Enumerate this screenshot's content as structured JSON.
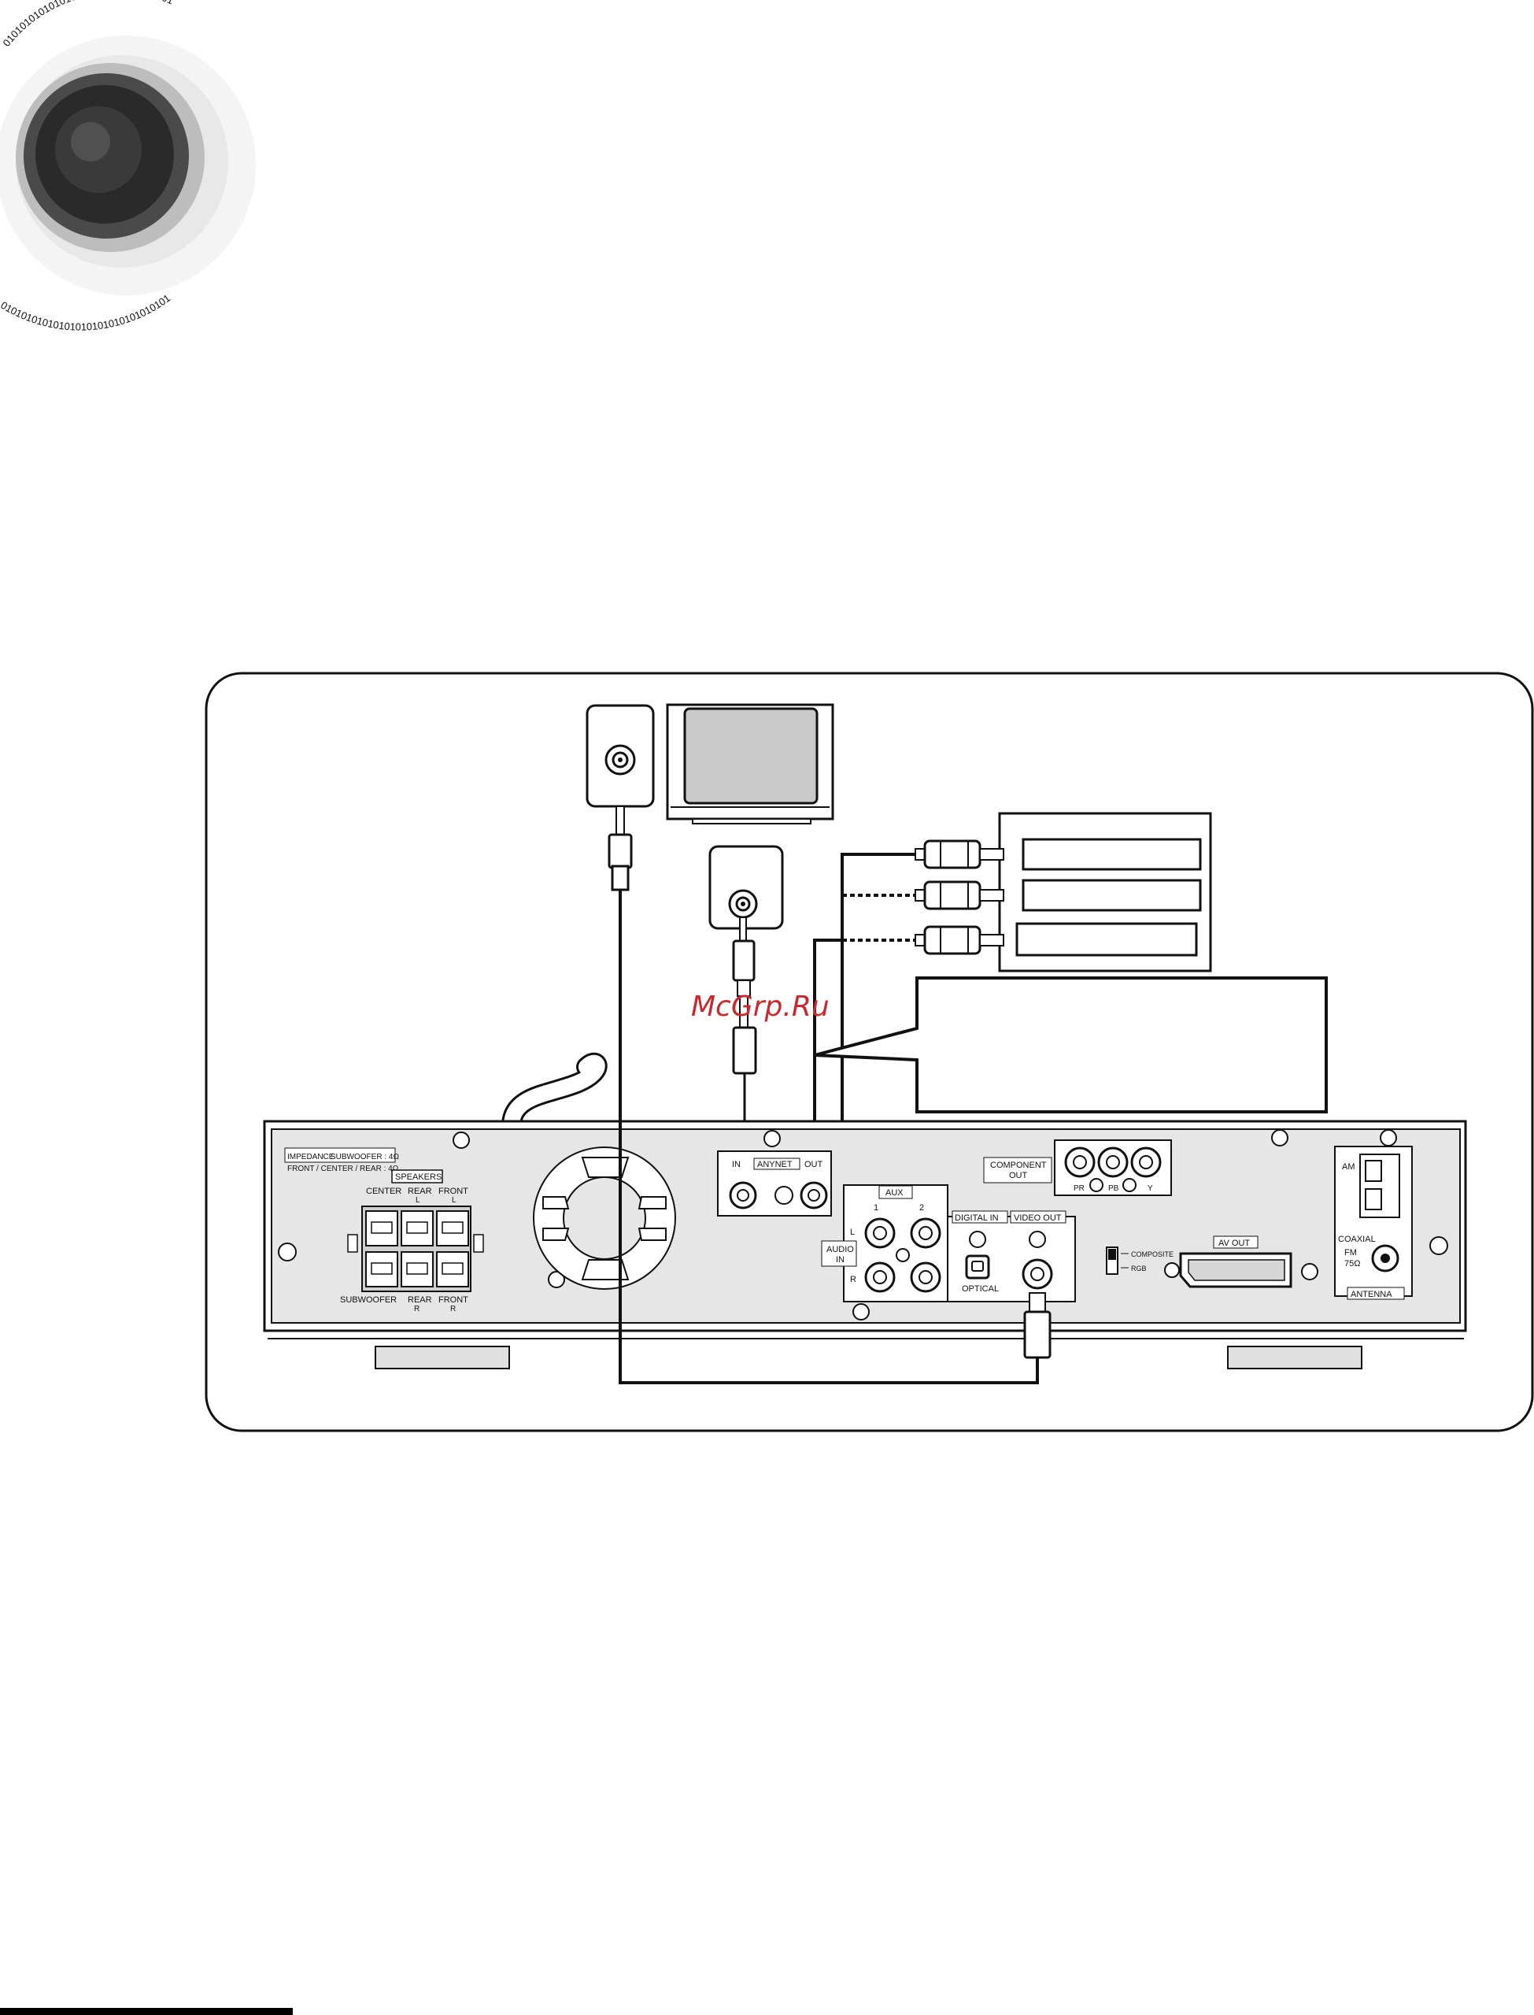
{
  "watermark": "McGrp.Ru",
  "binary_ring_text": "01010101010101010101010101010101",
  "back_panel": {
    "impedance_label": "IMPEDANCE",
    "impedance_line1": "SUBWOOFER : 4Ω",
    "impedance_line2": "FRONT / CENTER / REAR : 4Ω",
    "speakers_title": "SPEAKERS",
    "speaker_top_center": "CENTER",
    "speaker_top_rear": "REAR",
    "speaker_top_rear_ch": "L",
    "speaker_top_front": "FRONT",
    "speaker_top_front_ch": "L",
    "speaker_bottom_sub": "SUBWOOFER",
    "speaker_bottom_rear": "REAR",
    "speaker_bottom_rear_ch": "R",
    "speaker_bottom_front": "FRONT",
    "speaker_bottom_front_ch": "R",
    "anynet_label": "ANYNET",
    "anynet_in": "IN",
    "anynet_out": "OUT",
    "aux_label": "AUX",
    "aux_1": "1",
    "aux_2": "2",
    "audio_in_line1": "AUDIO",
    "audio_in_line2": "IN",
    "aux_l": "L",
    "aux_r": "R",
    "digital_in": "DIGITAL IN",
    "optical": "OPTICAL",
    "video_out": "VIDEO OUT",
    "component_out_line1": "COMPONENT",
    "component_out_line2": "OUT",
    "comp_pr": "PR",
    "comp_pb": "PB",
    "comp_y": "Y",
    "composite": "COMPOSITE",
    "rgb": "RGB",
    "av_out": "AV OUT",
    "am": "AM",
    "coaxial": "COAXIAL",
    "fm": "FM",
    "fm_ohm": "75Ω",
    "antenna": "ANTENNA"
  },
  "colors": {
    "panel_fill": "#e6e6e6",
    "outline": "#111111",
    "watermark": "#c8282e",
    "screen": "#c9c9c9"
  }
}
